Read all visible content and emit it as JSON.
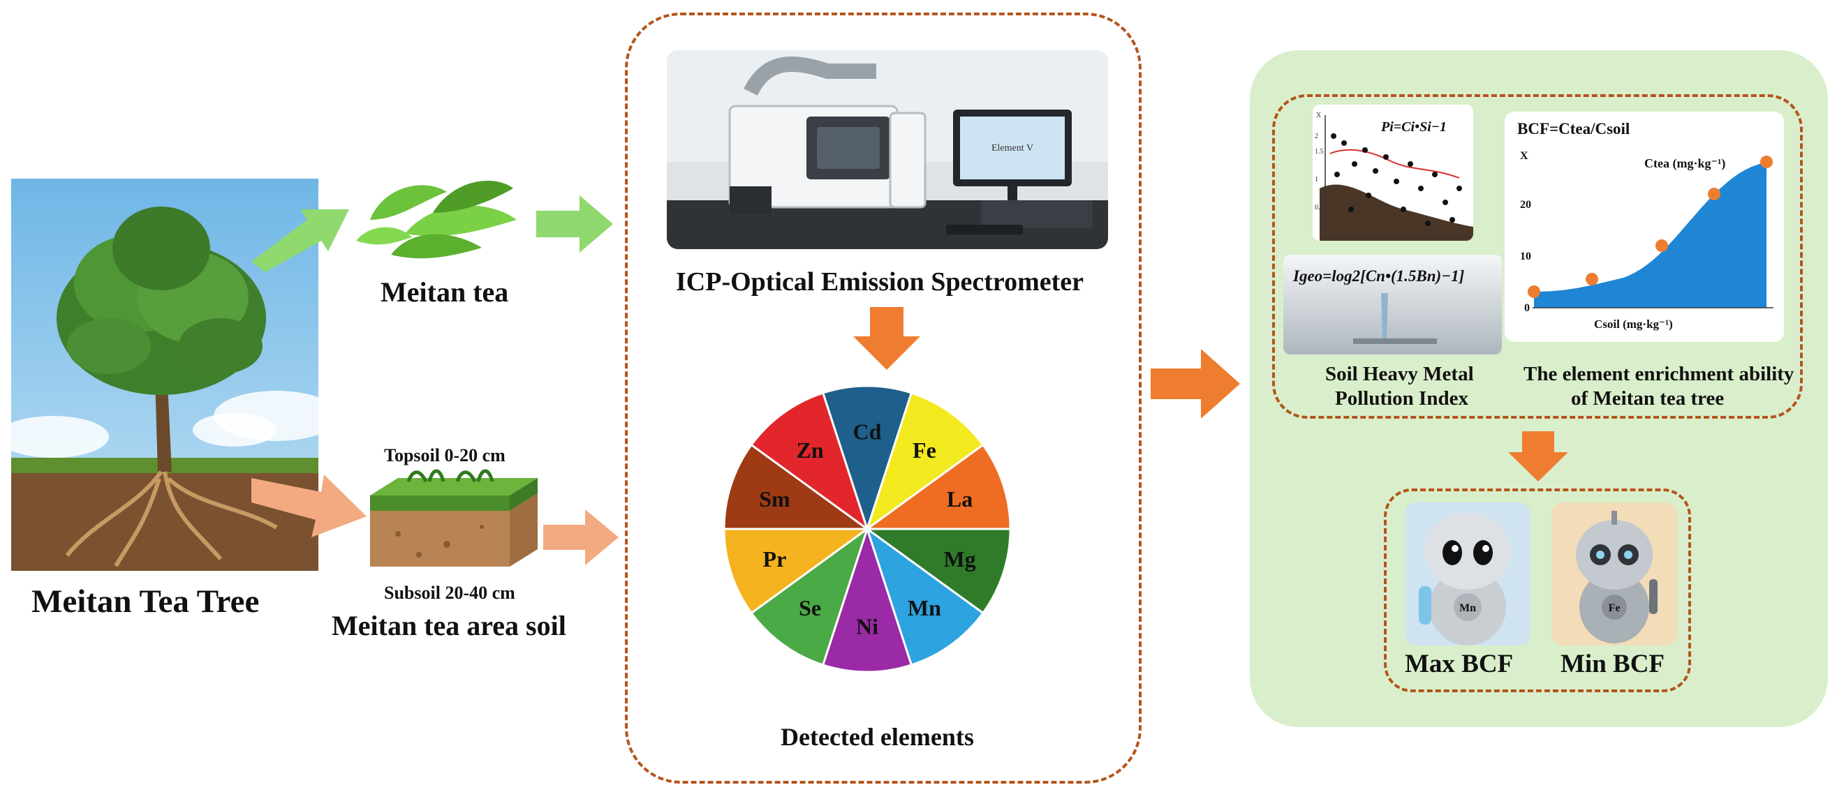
{
  "left": {
    "tree_label": "Meitan Tea Tree",
    "tea_label": "Meitan tea",
    "topsoil_label": "Topsoil 0-20 cm",
    "subsoil_label": "Subsoil 20-40 cm",
    "soil_label": "Meitan tea area soil"
  },
  "middle": {
    "instrument_label": "ICP-Optical Emission  Spectrometer",
    "monitor_text": "Element V",
    "wheel_title": "Detected elements",
    "elements": [
      {
        "symbol": "Cd",
        "color": "#1f5f8b"
      },
      {
        "symbol": "Fe",
        "color": "#f2ea1e"
      },
      {
        "symbol": "La",
        "color": "#ee6d23"
      },
      {
        "symbol": "Mg",
        "color": "#2f7b2a"
      },
      {
        "symbol": "Mn",
        "color": "#2da3df"
      },
      {
        "symbol": "Ni",
        "color": "#9b2aa6"
      },
      {
        "symbol": "Se",
        "color": "#4aaa46"
      },
      {
        "symbol": "Pr",
        "color": "#f5b320"
      },
      {
        "symbol": "Sm",
        "color": "#9e3a14"
      },
      {
        "symbol": "Zn",
        "color": "#e3262c"
      }
    ]
  },
  "right": {
    "pollution_formula": "Pi=Ci•Si−1",
    "igeo_formula": "Igeo=log2[Cn•(1.5Bn)−1]",
    "pollution_caption_1": "Soil Heavy Metal",
    "pollution_caption_2": "Pollution Index",
    "bcf_formula": "BCF=Ctea/Csoil",
    "bcf_y_axis_name": "X",
    "bcf_series_label": "Ctea (mg·kg⁻¹)",
    "bcf_x_label": "Csoil (mg·kg⁻¹)",
    "bcf_y_ticks": [
      "20",
      "10",
      "0"
    ],
    "enrich_caption_1": "The element enrichment ability",
    "enrich_caption_2": "of Meitan tea tree",
    "max_label": "Max BCF",
    "min_label": "Min BCF",
    "max_badge": "Mn",
    "min_badge": "Fe"
  },
  "colors": {
    "arrow_green": "#8fd96e",
    "arrow_orange": "#ef7d30",
    "arrow_peach": "#f3aa80",
    "dash_border": "#b5541c",
    "panel_green": "#d9efcb",
    "bcf_area": "#1f86d6",
    "bcf_points": "#ef7d30"
  }
}
